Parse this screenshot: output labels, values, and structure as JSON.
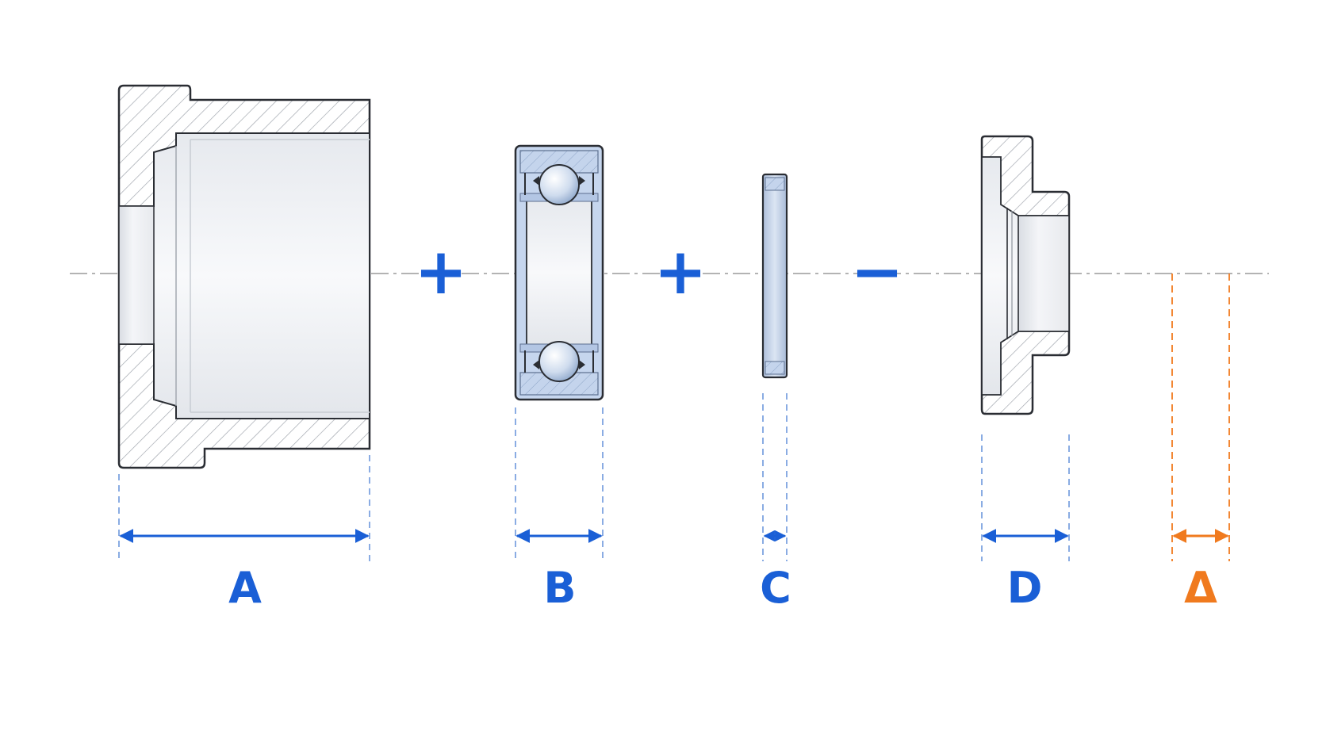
{
  "diagram": {
    "operators": {
      "plus_1": "+",
      "plus_2": "+",
      "minus": "−"
    },
    "dimensions": {
      "a": "A",
      "b": "B",
      "c": "C",
      "d": "D",
      "delta": "Δ"
    },
    "parts": [
      "housing",
      "ball-bearing",
      "shim-washer",
      "flanged-cover"
    ],
    "colors": {
      "dimension_blue": "#1a5fd6",
      "delta_orange": "#f07a1e",
      "outline": "#2a2d33",
      "hatch": "#9aa0a8",
      "bearing_blue": "#b9cbe6",
      "centerline": "#9a9a9a"
    }
  }
}
